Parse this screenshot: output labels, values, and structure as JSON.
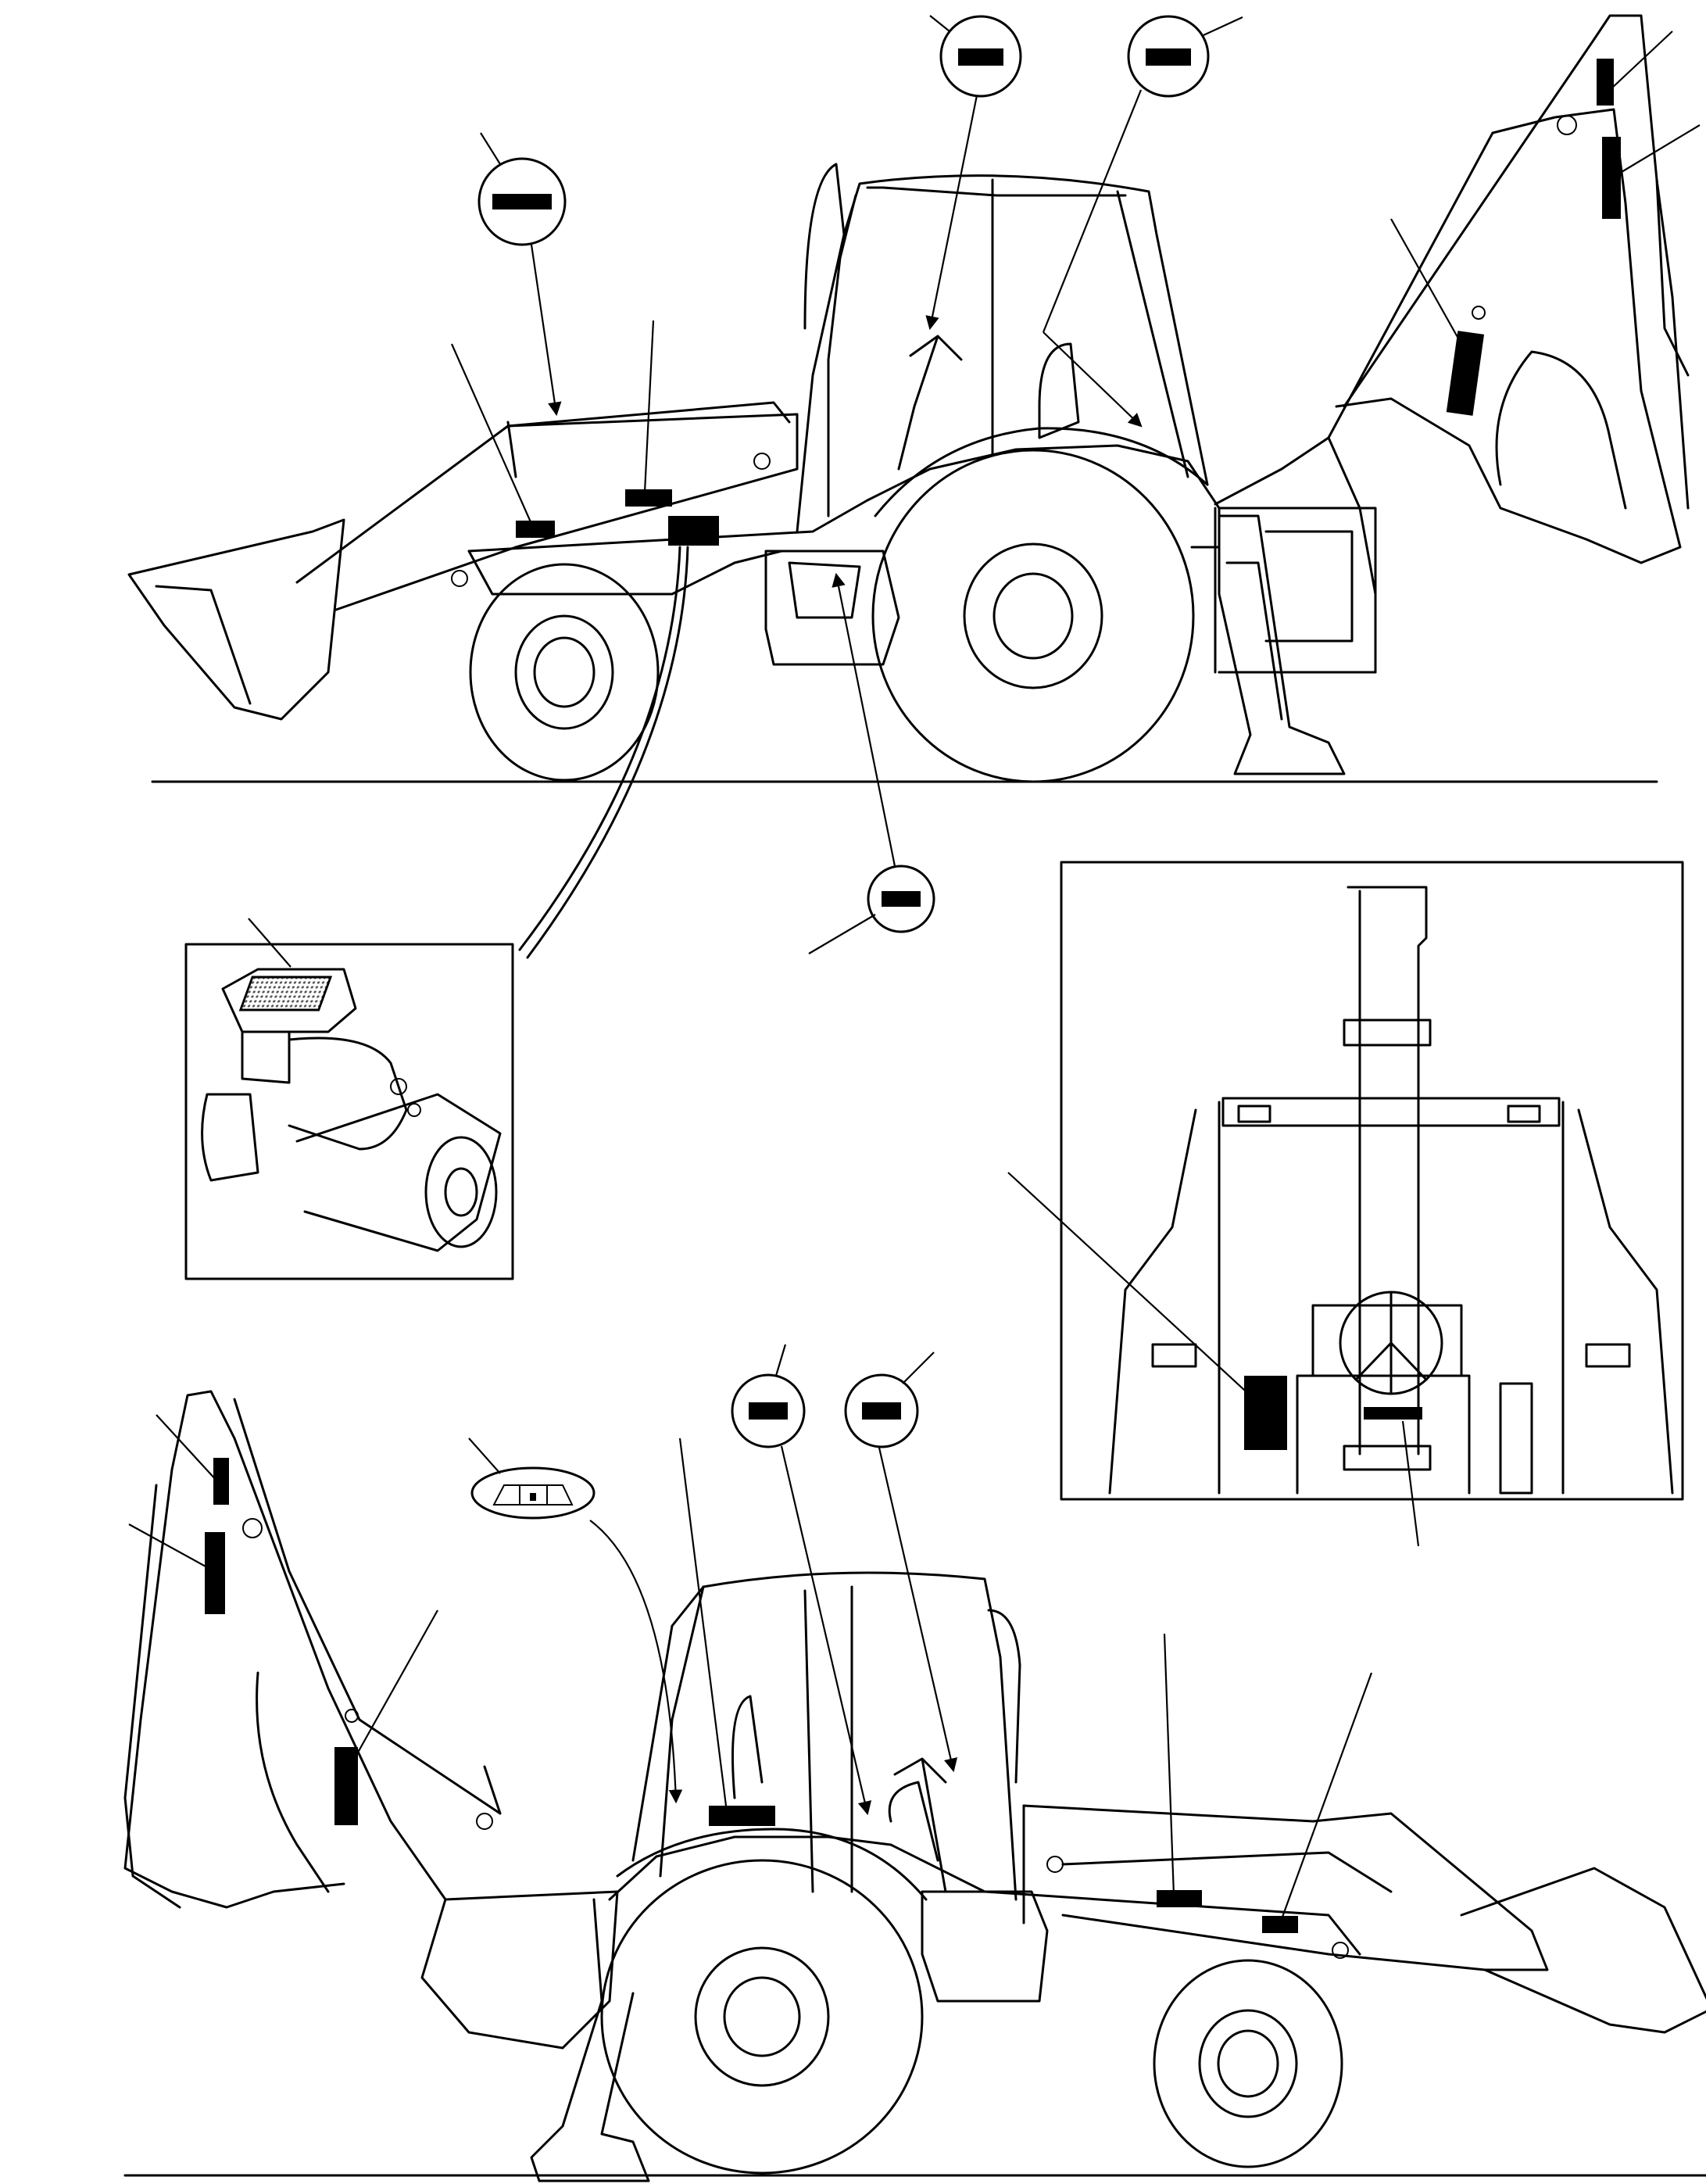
{
  "figure": {
    "colors": {
      "line": "#000000",
      "background": "#ffffff",
      "decal": "#000000",
      "screen": "#9a9a9a"
    },
    "views": [
      {
        "id": "left-side-view",
        "decal_count": 9
      },
      {
        "id": "front-cab-inset",
        "decal_count": 2
      },
      {
        "id": "starter-motor-inset",
        "decal_count": 1
      },
      {
        "id": "right-side-view",
        "decal_count": 9
      }
    ]
  }
}
